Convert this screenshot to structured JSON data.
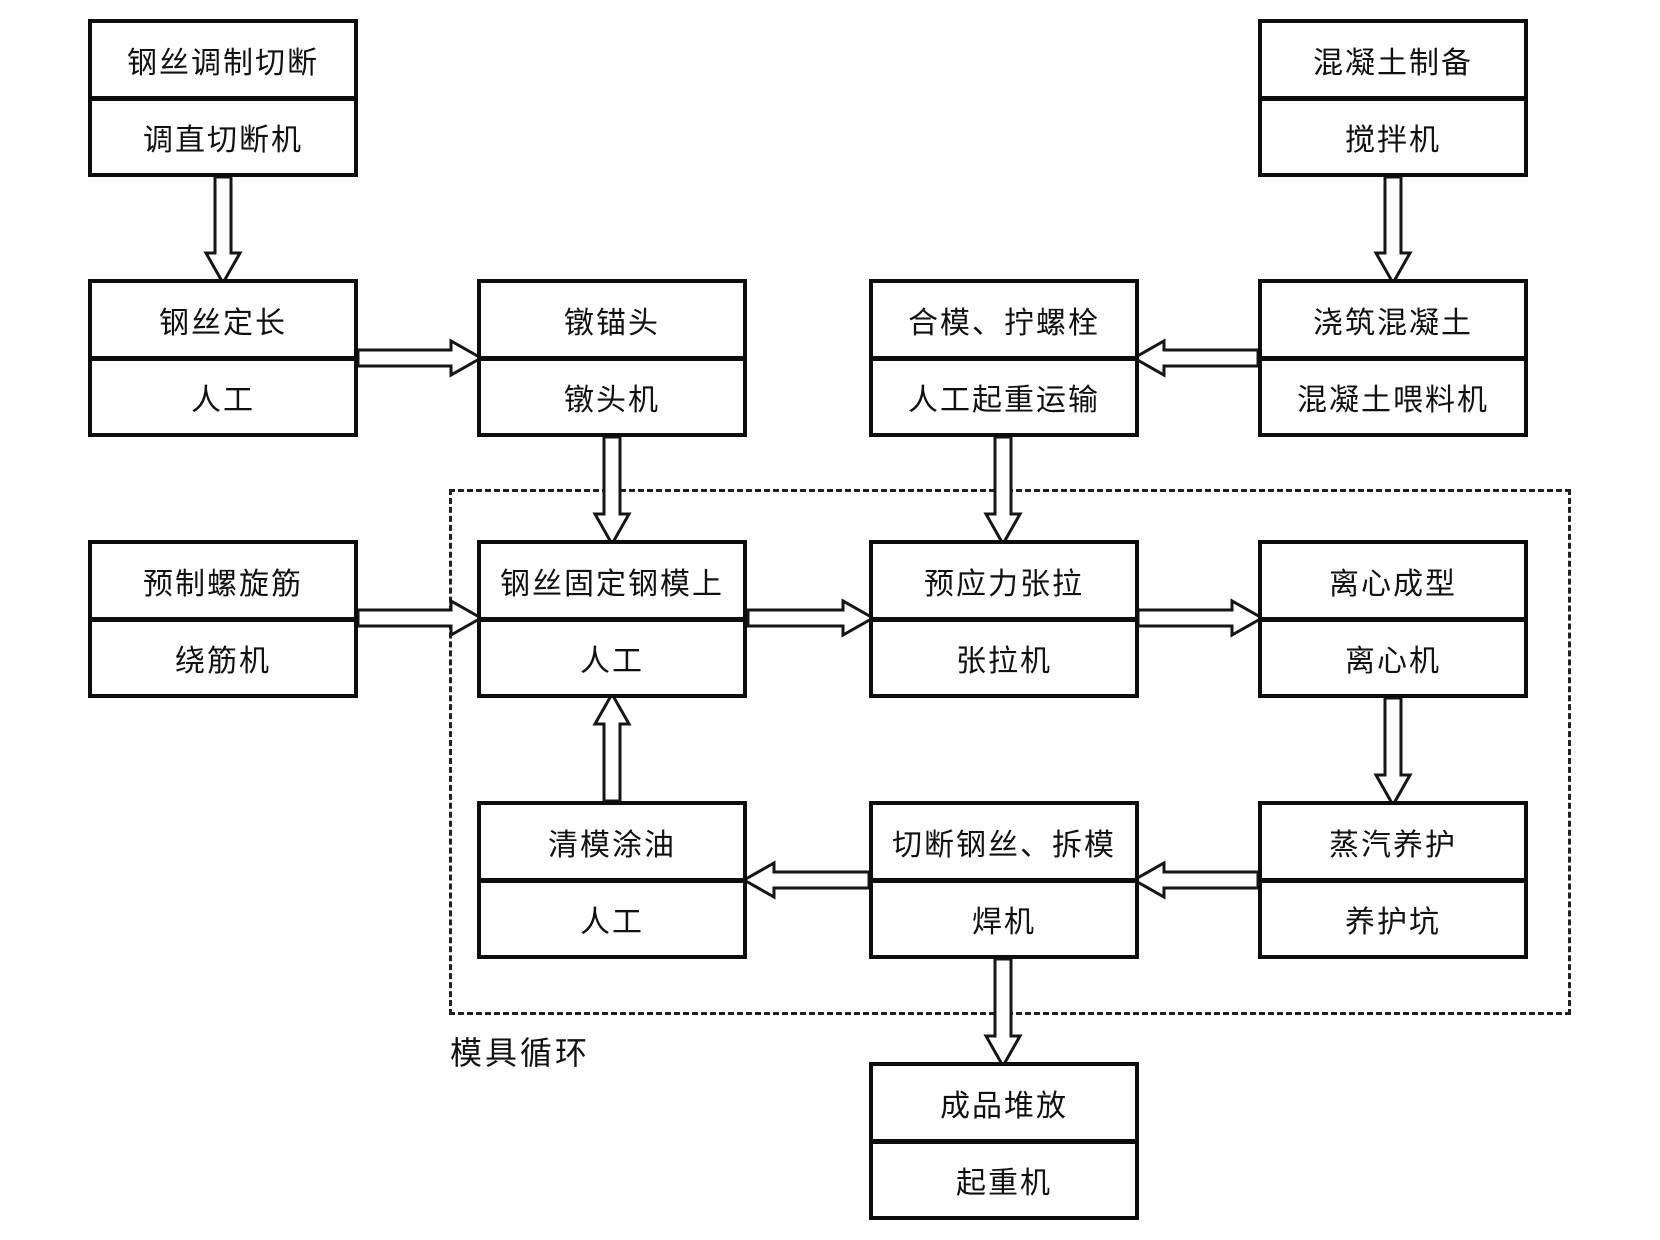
{
  "diagram": {
    "background_color": "#ffffff",
    "line_color": "#0d0d0d",
    "dashed_region_label": "模具循环",
    "nodes": [
      {
        "id": "wire-straighten-cut",
        "process": "钢丝调制切断",
        "equipment": "调直切断机"
      },
      {
        "id": "concrete-prep",
        "process": "混凝土制备",
        "equipment": "搅拌机"
      },
      {
        "id": "wire-fixed-length",
        "process": "钢丝定长",
        "equipment": "人工"
      },
      {
        "id": "upset-anchor-head",
        "process": "镦锚头",
        "equipment": "镦头机"
      },
      {
        "id": "close-mold-bolts",
        "process": "合模、拧螺栓",
        "equipment": "人工起重运输"
      },
      {
        "id": "pour-concrete",
        "process": "浇筑混凝土",
        "equipment": "混凝土喂料机"
      },
      {
        "id": "prefab-spiral-rebar",
        "process": "预制螺旋筋",
        "equipment": "绕筋机"
      },
      {
        "id": "fix-wire-on-mold",
        "process": "钢丝固定钢模上",
        "equipment": "人工"
      },
      {
        "id": "prestress-tension",
        "process": "预应力张拉",
        "equipment": "张拉机"
      },
      {
        "id": "centrifugal-forming",
        "process": "离心成型",
        "equipment": "离心机"
      },
      {
        "id": "clean-oil-mold",
        "process": "清模涂油",
        "equipment": "人工"
      },
      {
        "id": "cut-wire-demold",
        "process": "切断钢丝、拆模",
        "equipment": "焊机"
      },
      {
        "id": "steam-curing",
        "process": "蒸汽养护",
        "equipment": "养护坑"
      },
      {
        "id": "stack-finished",
        "process": "成品堆放",
        "equipment": "起重机"
      }
    ]
  }
}
